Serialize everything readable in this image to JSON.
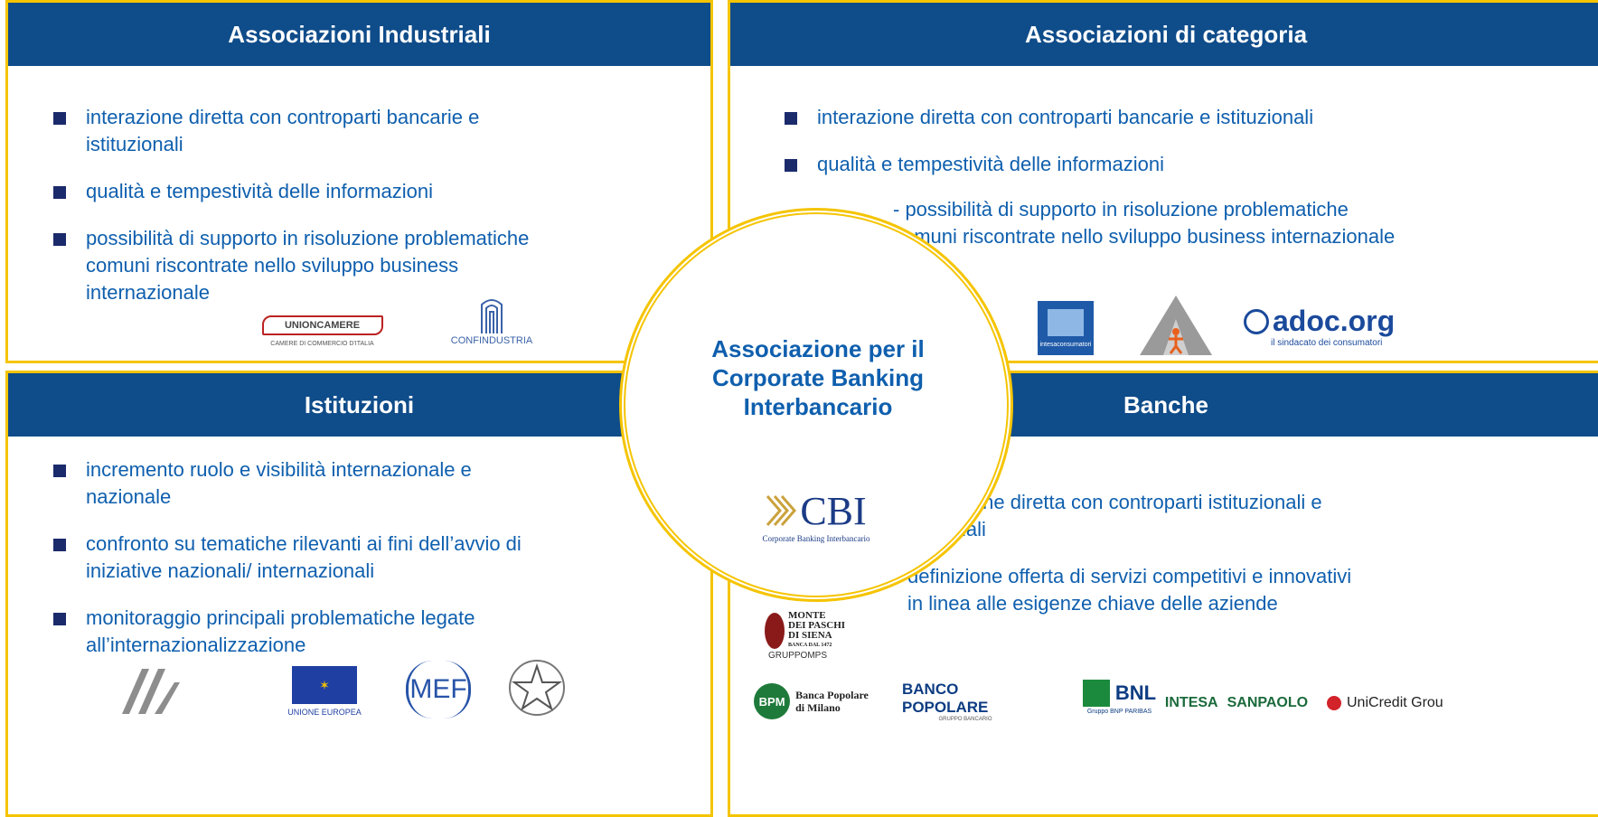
{
  "top_left": {
    "title": "Associazioni Industriali",
    "bullets": [
      "interazione diretta con controparti bancarie e istituzionali",
      "qualità e tempestività delle informazioni",
      "possibilità di supporto in risoluzione problematiche comuni riscontrate nello sviluppo business internazionale"
    ],
    "logos": {
      "unioncamere": "UNIONCAMERE",
      "unioncamere_sub": "CAMERE DI COMMERCIO D'ITALIA",
      "confindustria": "CONFINDUSTRIA"
    }
  },
  "top_right": {
    "title": "Associazioni di categoria",
    "bullets": [
      "interazione diretta con controparti bancarie e istituzionali",
      "qualità e tempestività delle informazioni"
    ],
    "dash_item": "- possibilità di supporto in risoluzione problematiche comuni riscontrate nello sviluppo business internazionale",
    "logos": {
      "intesa_consumatori": "intesaconsumatori",
      "adoc": "adoc.org",
      "adoc_sub": "il sindacato dei consumatori"
    }
  },
  "bottom_left": {
    "title": "Istituzioni",
    "bullets": [
      "incremento ruolo e visibilità internazionale e nazionale",
      "confronto su tematiche rilevanti ai fini dell’avvio di iniziative nazionali/ internazionali",
      "monitoraggio principali problematiche legate all’internazionalizzazione"
    ],
    "logos": {
      "unione_europea": "UNIONE EUROPEA",
      "mef": "MEF"
    }
  },
  "bottom_right": {
    "title": "Banche",
    "bullets": [
      "interazione diretta con controparti istituzionali e aziendali",
      "definizione offerta di servizi competitivi e innovativi in linea alle esigenze chiave delle aziende"
    ],
    "logos": {
      "mps_line1": "MONTE",
      "mps_line2": "DEI PASCHI",
      "mps_line3": "DI SIENA",
      "mps_line4": "BANCA DAL 1472",
      "mps_group": "GRUPPOMPS",
      "bpm_mark": "BPM",
      "bpm_line1": "Banca Popolare",
      "bpm_line2": "di Milano",
      "banco_popolare": "BANCO POPOLARE",
      "banco_popolare_sub": "GRUPPO BANCARIO",
      "bnl": "BNL",
      "bnl_sub": "Gruppo BNP PARIBAS",
      "intesa": "INTESA",
      "sanpaolo": "SANPAOLO",
      "unicredit": "UniCredit Grou"
    }
  },
  "center": {
    "title": "Associazione per il Corporate Banking Interbancario",
    "cbi_mark": "CBI",
    "cbi_sub": "Corporate Banking Interbancario"
  },
  "colors": {
    "header_bg": "#0f4c8a",
    "border": "#f5c400",
    "text": "#0f5fae"
  }
}
